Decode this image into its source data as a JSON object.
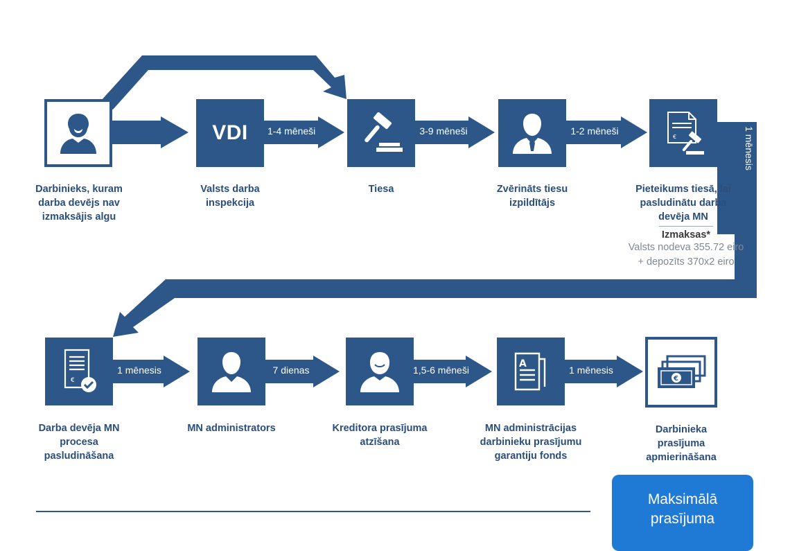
{
  "colors": {
    "primary": "#2c5788",
    "accent": "#1f7ad6",
    "text": "#2a4e7c",
    "muted": "#808890"
  },
  "row1": {
    "nodes": [
      {
        "icon": "worker-person-icon",
        "label": "Darbinieks, kuram darba devējs nav izmaksājis algu"
      },
      {
        "icon": "vdi-text",
        "icon_text": "VDI",
        "label": "Valsts darba inspekcija"
      },
      {
        "icon": "gavel-icon",
        "label": "Tiesa"
      },
      {
        "icon": "bailiff-person-icon",
        "label": "Zvērināts tiesu izpildītājs"
      },
      {
        "icon": "document-gavel-icon",
        "label": "Pieteikums tiesā, lai pasludinātu darba devēja MN"
      }
    ],
    "durations": [
      "1-4 mēneši",
      "3-9 mēneši",
      "1-2 mēneši"
    ]
  },
  "connector_duration": "1 mēnesis",
  "costs": {
    "title": "Izmaksas*",
    "line1": "Valsts nodeva 355.72 eiro",
    "line2": "+ depozīts 370x2 eiro"
  },
  "row2": {
    "nodes": [
      {
        "icon": "document-check-icon",
        "label": "Darba devēja MN procesa pasludināšana"
      },
      {
        "icon": "administrator-person-icon",
        "label": "MN administrators"
      },
      {
        "icon": "creditor-person-icon",
        "label": "Kreditora prasījuma atzīšana"
      },
      {
        "icon": "fund-document-icon",
        "label": "MN administrācijas darbinieku prasījumu garantiju fonds"
      },
      {
        "icon": "money-stack-icon",
        "label": "Darbinieka prasījuma apmierināšana"
      }
    ],
    "durations": [
      "1 mēnesis",
      "7 dienas",
      "1,5-6 mēneši",
      "1 mēnesis"
    ]
  },
  "max_claim_text": "Maksimālā prasījuma"
}
